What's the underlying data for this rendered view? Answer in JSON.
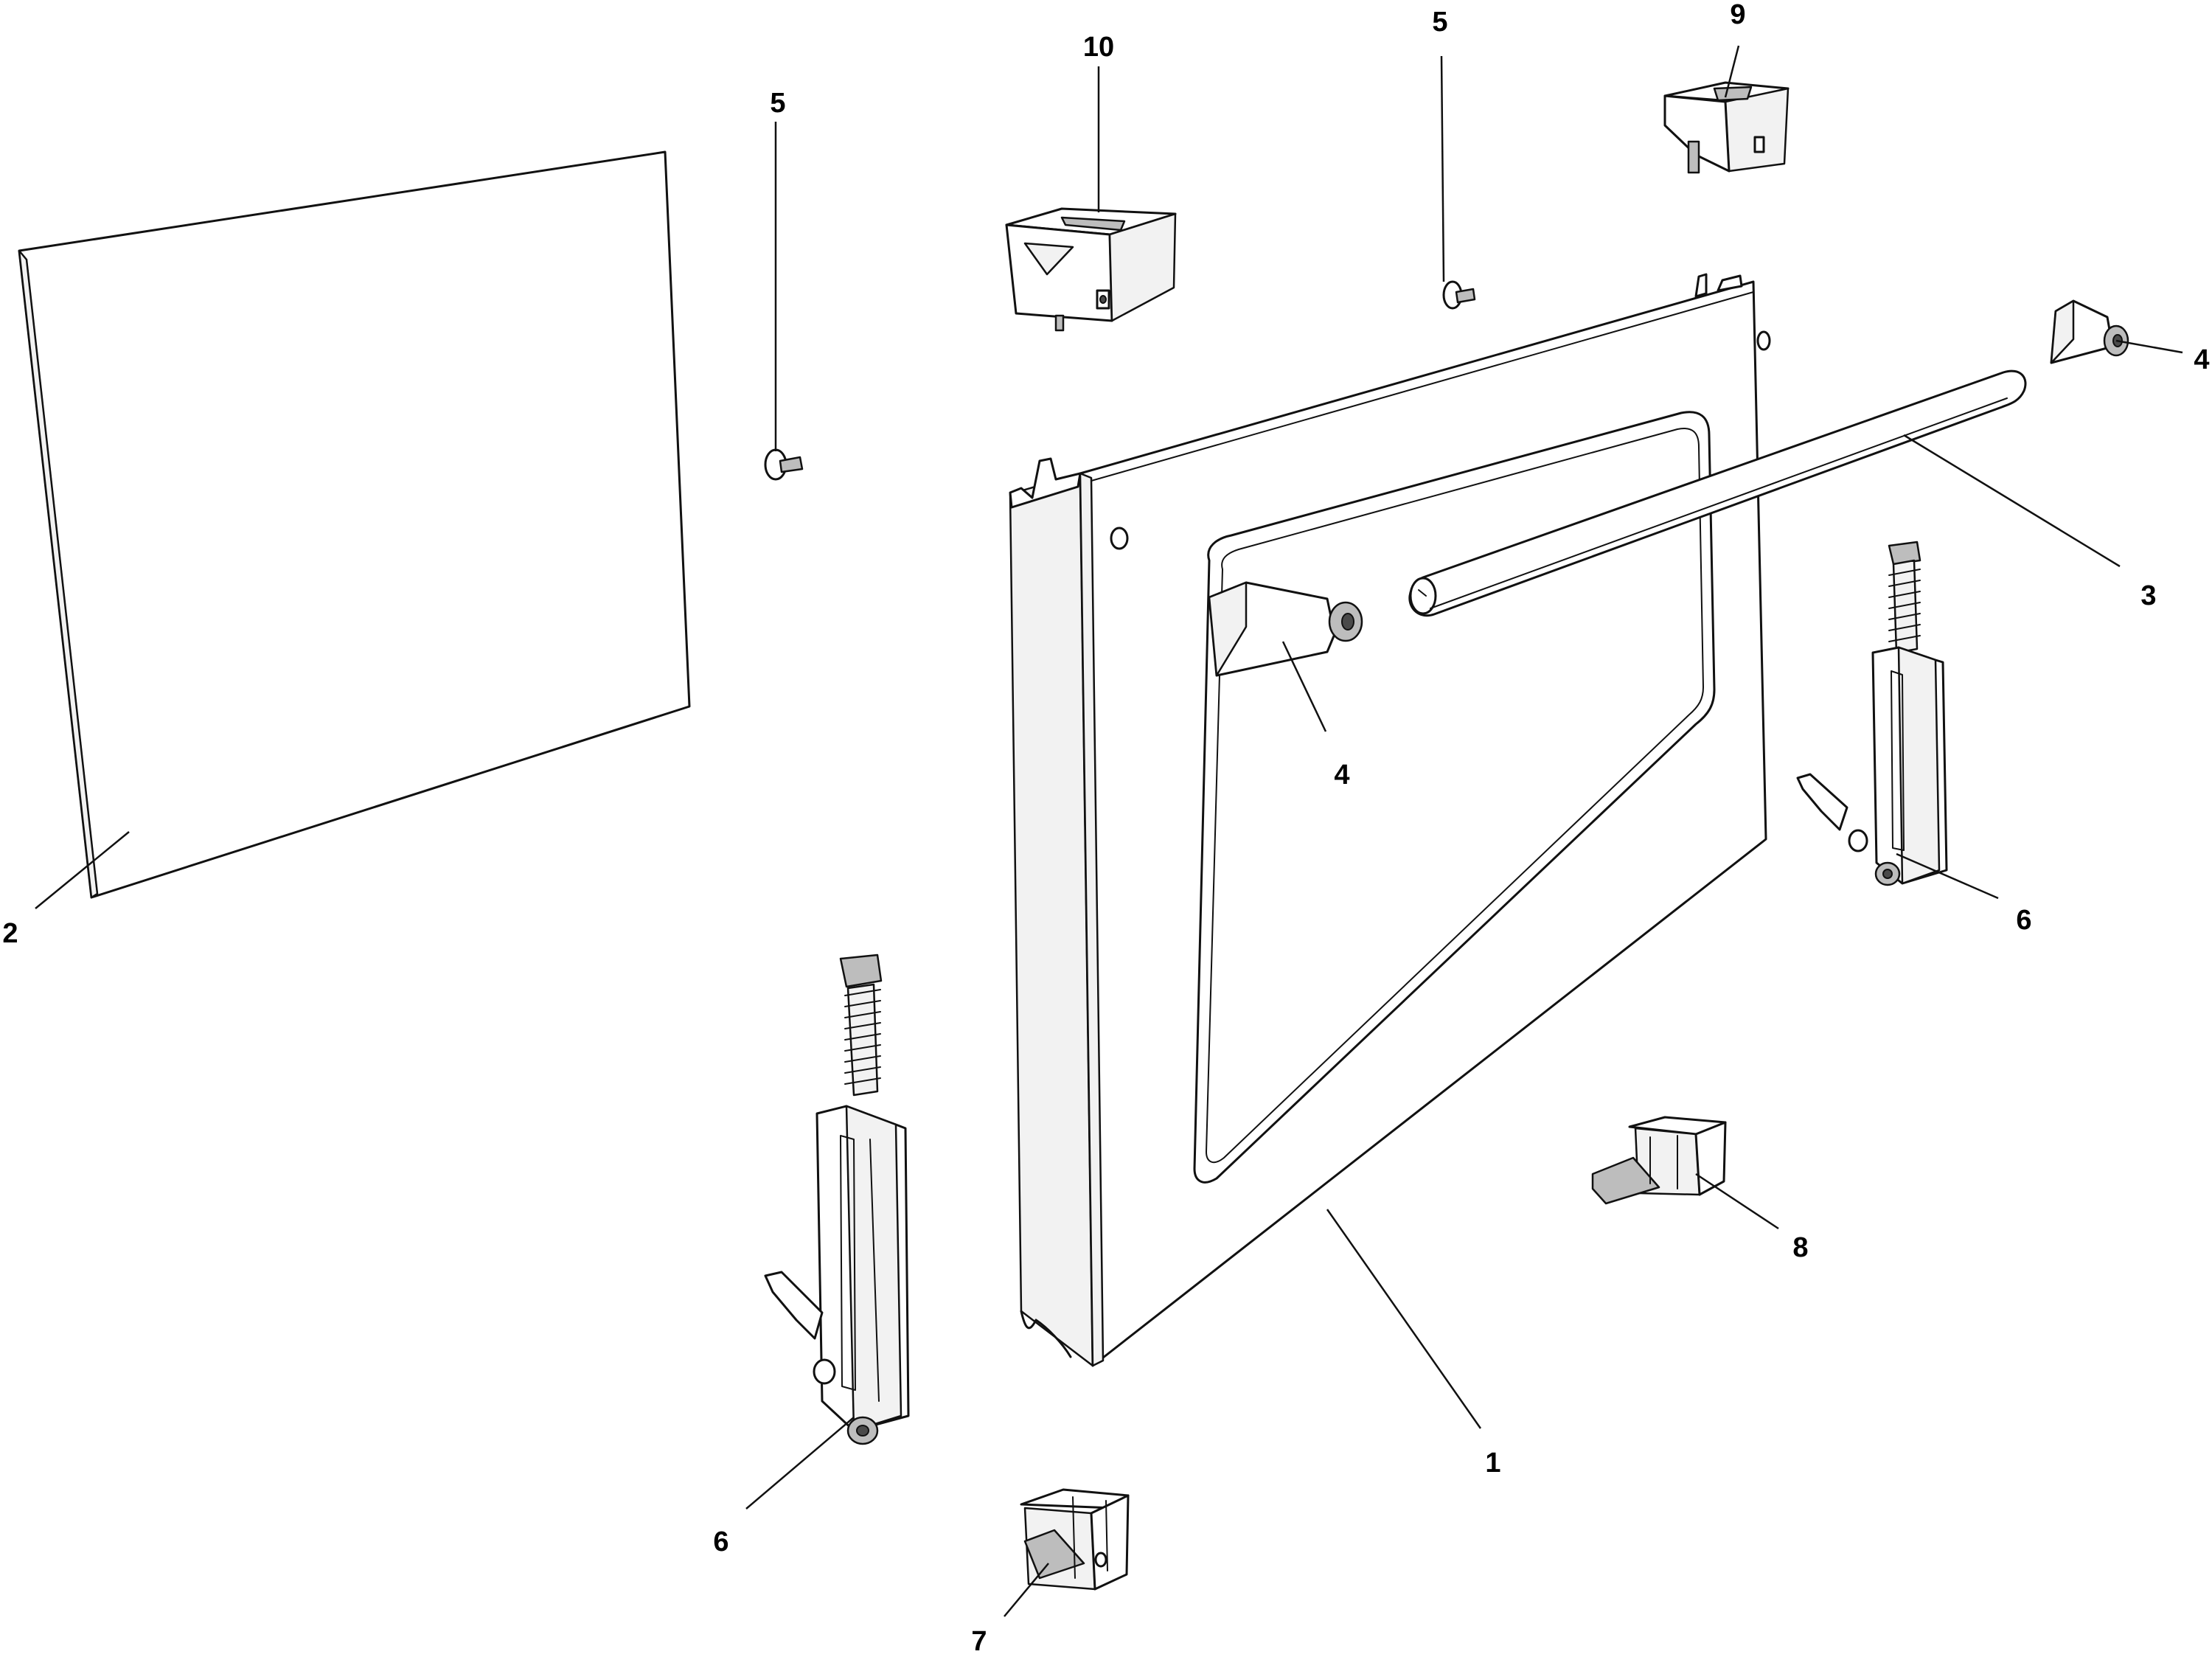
{
  "callouts": [
    {
      "id": "c1",
      "label": "1"
    },
    {
      "id": "c2",
      "label": "2"
    },
    {
      "id": "c3",
      "label": "3"
    },
    {
      "id": "c4a",
      "label": "4"
    },
    {
      "id": "c4b",
      "label": "4"
    },
    {
      "id": "c5a",
      "label": "5"
    },
    {
      "id": "c5b",
      "label": "5"
    },
    {
      "id": "c6a",
      "label": "6"
    },
    {
      "id": "c6b",
      "label": "6"
    },
    {
      "id": "c7",
      "label": "7"
    },
    {
      "id": "c8",
      "label": "8"
    },
    {
      "id": "c9",
      "label": "9"
    },
    {
      "id": "c10",
      "label": "10"
    }
  ],
  "colors": {
    "line": "#111111",
    "background": "#ffffff",
    "shade": "#bdbdbd"
  }
}
